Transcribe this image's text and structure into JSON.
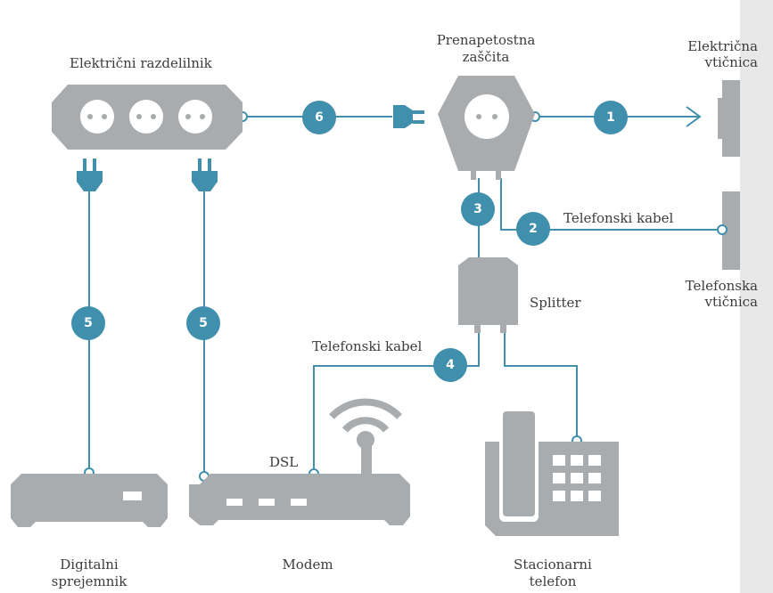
{
  "labels": {
    "power_strip": "Električni razdelilnik",
    "surge_protector_line1": "Prenapetostna",
    "surge_protector_line2": "zaščita",
    "power_outlet_line1": "Električna",
    "power_outlet_line2": "vtičnica",
    "phone_cable_top": "Telefonski kabel",
    "phone_outlet_line1": "Telefonska",
    "phone_outlet_line2": "vtičnica",
    "splitter": "Splitter",
    "phone_cable_mid": "Telefonski kabel",
    "dsl": "DSL",
    "receiver_line1": "Digitalni",
    "receiver_line2": "sprejemnik",
    "modem": "Modem",
    "phone_line1": "Stacionarni",
    "phone_line2": "telefon"
  },
  "steps": {
    "s1": "1",
    "s2": "2",
    "s3": "3",
    "s4": "4",
    "s5a": "5",
    "s5b": "5",
    "s6": "6"
  },
  "colors": {
    "device_gray": "#a9acae",
    "accent_teal": "#3f8fad",
    "wall_panel": "#e8e8e8",
    "text": "#3c3c3c"
  },
  "icons": [
    "power-strip-icon",
    "surge-protector-icon",
    "plug-icon",
    "wall-outlet-icon",
    "splitter-icon",
    "receiver-icon",
    "modem-icon",
    "wifi-icon",
    "desk-phone-icon"
  ]
}
